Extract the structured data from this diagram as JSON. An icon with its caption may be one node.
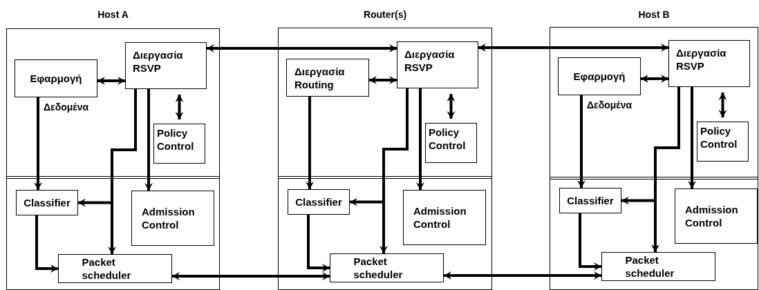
{
  "diagram": {
    "nodes": [
      {
        "text": [
          "Host A"
        ]
      },
      {
        "text": [
          "Εφαρμογή"
        ],
        "in": 0
      },
      {
        "text": [
          "Διεργασία RSVP"
        ],
        "in": 0
      },
      {
        "text": [
          "Policy Control"
        ],
        "in": 0
      },
      {
        "text": [
          "Classifier"
        ],
        "in": 0
      },
      {
        "text": [
          "Admission Control"
        ],
        "in": 0
      },
      {
        "text": [
          "Packet scheduler"
        ],
        "in": 0
      },
      {
        "text": [
          "Router(s)"
        ]
      },
      {
        "text": [
          "Διεργασία Routing"
        ],
        "in": 7
      },
      {
        "text": [
          "Διεργασία RSVP"
        ],
        "in": 7
      },
      {
        "text": [
          "Policy Control"
        ],
        "in": 7
      },
      {
        "text": [
          "Classifier"
        ],
        "in": 7
      },
      {
        "text": [
          "Admission Control"
        ],
        "in": 7
      },
      {
        "text": [
          "Packet scheduler"
        ],
        "in": 7
      },
      {
        "text": [
          "Host B"
        ]
      },
      {
        "text": [
          "Εφαρμογή"
        ],
        "in": 14
      },
      {
        "text": [
          "Διεργασία RSVP"
        ],
        "in": 14
      },
      {
        "text": [
          "Policy Control"
        ],
        "in": 14
      },
      {
        "text": [
          "Classifier"
        ],
        "in": 14
      },
      {
        "text": [
          "Admission Control"
        ],
        "in": 14
      },
      {
        "text": [
          "Packet scheduler"
        ],
        "in": 14
      }
    ],
    "edges": [
      {
        "from": 1,
        "to": 2,
        "arrow": "both"
      },
      {
        "from": 2,
        "to": 3,
        "arrow": "both"
      },
      {
        "from": 1,
        "to": 4,
        "arrow": "to",
        "label": "Δεδομένα"
      },
      {
        "from": 2,
        "to": 5,
        "arrow": "to"
      },
      {
        "from": 2,
        "to": 4,
        "arrow": "to"
      },
      {
        "from": 2,
        "to": 6,
        "arrow": "to"
      },
      {
        "from": 4,
        "to": 6,
        "arrow": "to"
      },
      {
        "from": 8,
        "to": 9,
        "arrow": "both"
      },
      {
        "from": 9,
        "to": 10,
        "arrow": "both"
      },
      {
        "from": 8,
        "to": 11,
        "arrow": "to"
      },
      {
        "from": 9,
        "to": 12,
        "arrow": "to"
      },
      {
        "from": 9,
        "to": 11,
        "arrow": "to"
      },
      {
        "from": 9,
        "to": 13,
        "arrow": "to"
      },
      {
        "from": 11,
        "to": 13,
        "arrow": "to"
      },
      {
        "from": 15,
        "to": 16,
        "arrow": "both"
      },
      {
        "from": 16,
        "to": 17,
        "arrow": "both"
      },
      {
        "from": 15,
        "to": 18,
        "arrow": "to",
        "label": "Δεδομένα"
      },
      {
        "from": 16,
        "to": 19,
        "arrow": "to"
      },
      {
        "from": 16,
        "to": 18,
        "arrow": "to"
      },
      {
        "from": 16,
        "to": 20,
        "arrow": "to"
      },
      {
        "from": 18,
        "to": 20,
        "arrow": "to"
      },
      {
        "from": 2,
        "to": 9,
        "arrow": "both"
      },
      {
        "from": 9,
        "to": 16,
        "arrow": "both"
      },
      {
        "from": 6,
        "to": 13,
        "arrow": "both"
      },
      {
        "from": 13,
        "to": 20,
        "arrow": "both"
      }
    ]
  }
}
